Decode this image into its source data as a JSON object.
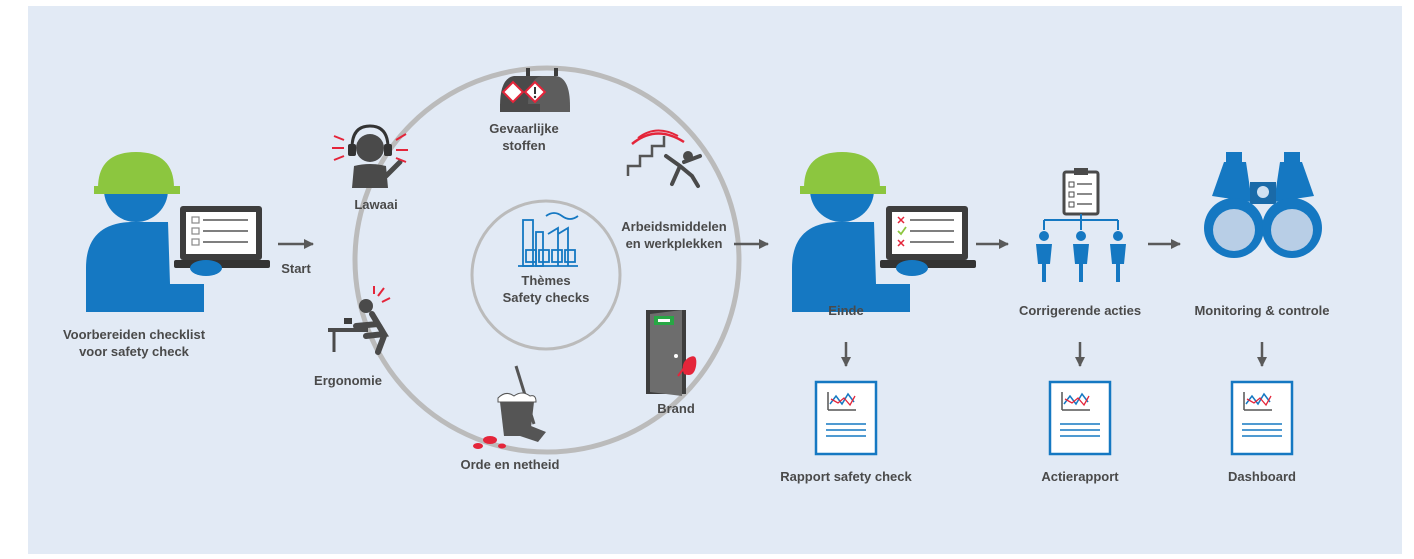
{
  "colors": {
    "background": "#e2eaf5",
    "primary_blue": "#1578c2",
    "helmet_green": "#8cc63f",
    "dark_gray": "#5d5d5d",
    "ring_gray": "#bbbbbb",
    "alert_red": "#e4253a",
    "text": "#4a4a4a",
    "arrow": "#5a5a5a"
  },
  "steps": {
    "prepare": {
      "line1": "Voorbereiden checklist",
      "line2": "voor safety check",
      "icon": "worker-with-laptop-icon"
    },
    "start": {
      "label": "Start"
    }
  },
  "cycle": {
    "center": {
      "line1": "Thèmes",
      "line2": "Safety checks",
      "icon": "factory-icon"
    },
    "themes": [
      {
        "line1": "Gevaarlijke",
        "line2": "stoffen",
        "icon": "gas-cylinders-icon"
      },
      {
        "line1": "Arbeidsmiddelen",
        "line2": "en werkplekken",
        "icon": "falling-stairs-icon"
      },
      {
        "line1": "Brand",
        "line2": "",
        "icon": "fire-exit-door-icon"
      },
      {
        "line1": "Orde en netheid",
        "line2": "",
        "icon": "bucket-mop-icon"
      },
      {
        "line1": "Ergonomie",
        "line2": "",
        "icon": "desk-posture-icon"
      },
      {
        "line1": "Lawaai",
        "line2": "",
        "icon": "noise-headset-icon"
      }
    ]
  },
  "pipeline": [
    {
      "label": "Einde",
      "icon": "worker-with-checked-laptop-icon",
      "report": "Rapport safety check"
    },
    {
      "label": "Corrigerende acties",
      "icon": "clipboard-team-icon",
      "report": "Actierapport"
    },
    {
      "label": "Monitoring & controle",
      "icon": "binoculars-icon",
      "report": "Dashboard"
    }
  ]
}
